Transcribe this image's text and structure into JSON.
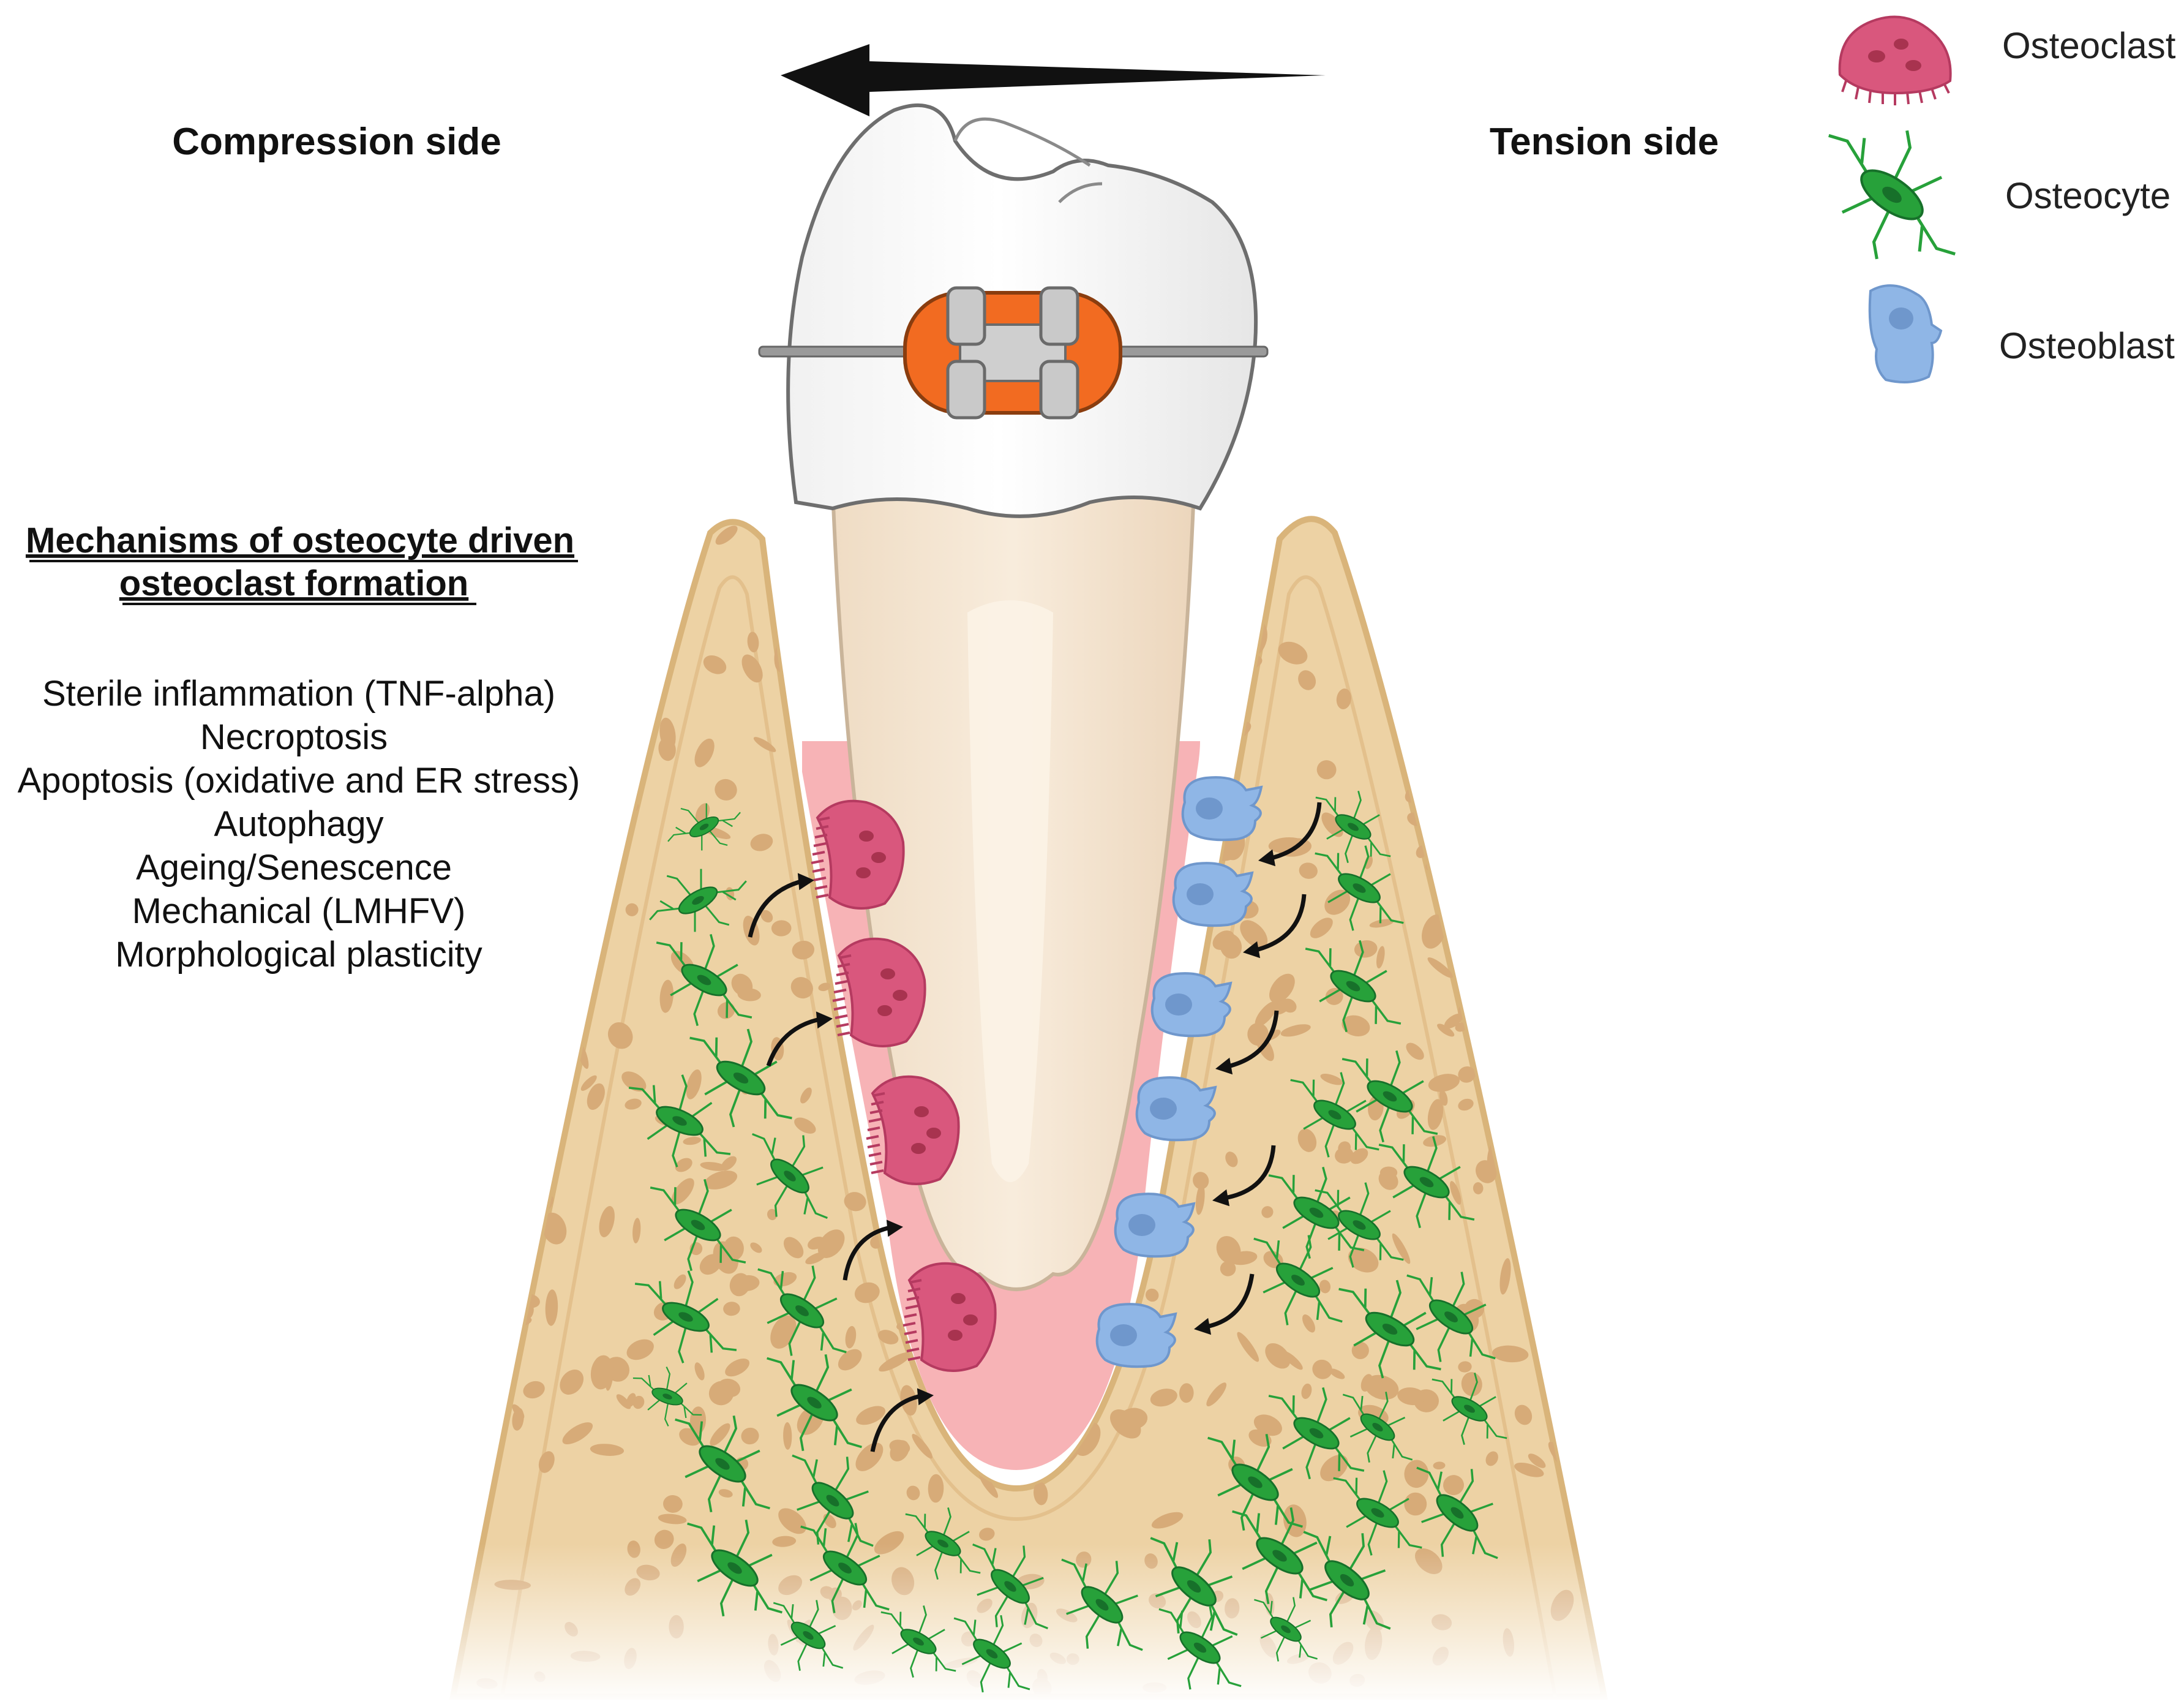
{
  "labels": {
    "compression_side": "Compression side",
    "tension_side": "Tension side"
  },
  "legend": {
    "osteoclast": "Osteoclast",
    "osteocyte": "Osteocyte",
    "osteoblast": "Osteoblast"
  },
  "mechanisms": {
    "heading_line1": "Mechanisms of osteocyte driven",
    "heading_line2": "osteoclast formation",
    "items": [
      "Sterile inflammation (TNF-alpha)",
      "Necroptosis",
      "Apoptosis (oxidative and ER stress)",
      "Autophagy",
      "Ageing/Senescence",
      "Mechanical (LMHFV)",
      "Morphological plasticity"
    ]
  },
  "colors": {
    "bone": "#edd2a4",
    "bone_outline": "#d9b47a",
    "bone_pore": "#d7ab78",
    "pdl": "#f7b3b6",
    "osteoclast": "#d9577d",
    "osteocyte": "#27a13a",
    "osteoblast": "#8fb6e6",
    "bracket": "#f26b21",
    "arrow": "#111111"
  }
}
